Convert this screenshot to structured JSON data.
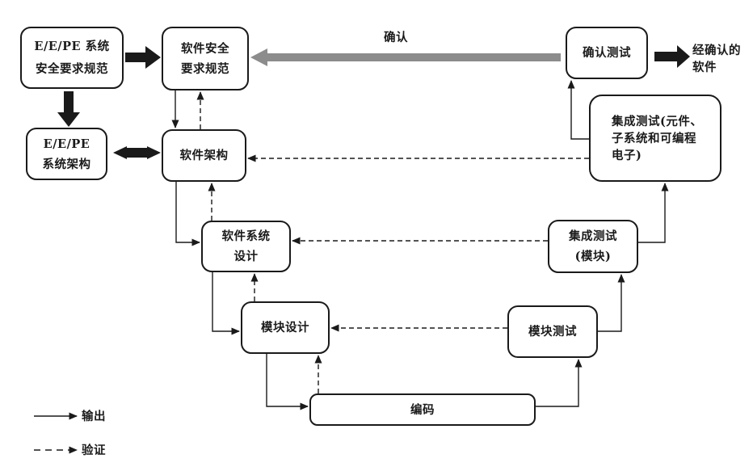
{
  "diagram": {
    "nodes": {
      "eepe_srs": {
        "label": "E/E/PE 系统\n安全要求规范"
      },
      "sw_srs": {
        "label": "软件安全\n要求规范"
      },
      "eepe_arch": {
        "label": "E/E/PE\n系统架构"
      },
      "sw_arch": {
        "label": "软件架构"
      },
      "sw_sys_design": {
        "label": "软件系统\n设计"
      },
      "module_design": {
        "label": "模块设计"
      },
      "coding": {
        "label": "编码"
      },
      "module_test": {
        "label": "模块测试"
      },
      "int_test_module": {
        "label": "集成测试\n(模块)"
      },
      "int_test_pe": {
        "label": "集成测试(元件、\n子系统和可编程\n电子)"
      },
      "validation_test": {
        "label": "确认测试"
      },
      "validated_software": {
        "label": "经确认的\n软件"
      }
    },
    "annotations": {
      "validation_arrow_label": "确认"
    },
    "legend": {
      "output_label": "输出",
      "verification_label": "验证"
    },
    "colors": {
      "line": "#1a1a1a",
      "gray_arrow": "#8c8c8c",
      "box_fill": "#ffffff",
      "background": "#ffffff"
    }
  }
}
